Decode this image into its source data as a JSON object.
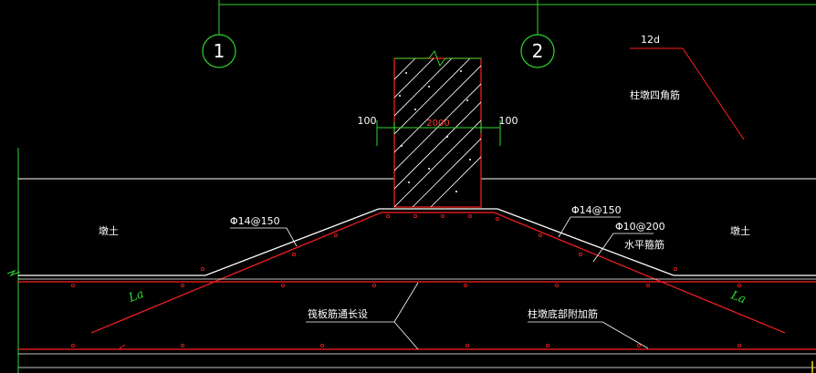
{
  "colors": {
    "background": "#000000",
    "outline": "#ffffff",
    "rebar": "#ff2020",
    "dimension": "#2fd62f",
    "hatch": "#ffffff"
  },
  "grid_axes": [
    {
      "label": "1"
    },
    {
      "label": "2"
    }
  ],
  "dimensions": {
    "left_offset": "100",
    "right_offset": "100",
    "column_width": "2000"
  },
  "labels": {
    "anchorage_12d": "12d",
    "column_corner_bars": "柱墩四角筋",
    "soil_left": "墩土",
    "soil_right": "墩土",
    "slope_bar_left": "Φ14@150",
    "slope_bar_right": "Φ14@150",
    "horizontal_hoop": "Φ10@200",
    "horizontal_hoop_note": "水平箍筋",
    "raft_through_bars": "筏板筋通长设",
    "pier_bottom_bars": "柱墩底部附加筋",
    "la_left": "La",
    "la_right": "La"
  }
}
